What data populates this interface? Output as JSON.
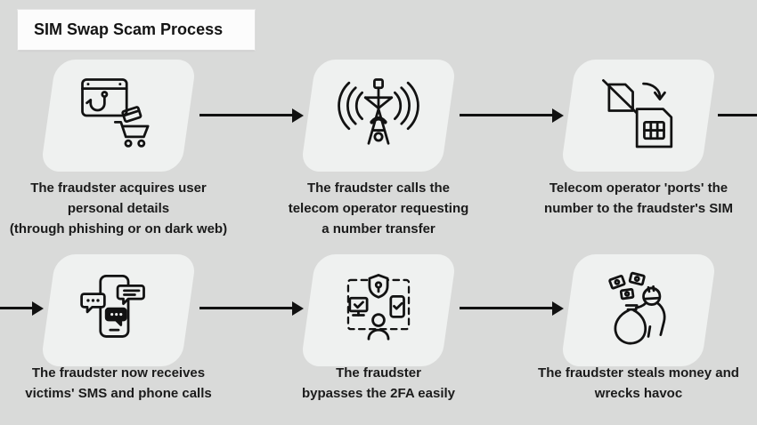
{
  "title": "SIM Swap Scam Process",
  "colors": {
    "background": "#d9dad9",
    "box_fill": "#eff1f0",
    "line_art": "#121212",
    "title_bg": "#fcfcfc",
    "text": "#1b1b1b"
  },
  "steps": [
    {
      "id": 1,
      "icon": "phishing-cart-icon",
      "caption": [
        "The fraudster acquires user",
        "personal details",
        "(through phishing or on dark web)"
      ]
    },
    {
      "id": 2,
      "icon": "cell-tower-call-icon",
      "caption": [
        "The fraudster calls the",
        "telecom operator requesting",
        "a number transfer"
      ]
    },
    {
      "id": 3,
      "icon": "sim-port-icon",
      "caption": [
        "Telecom operator 'ports' the",
        "number to the fraudster's SIM"
      ]
    },
    {
      "id": 4,
      "icon": "phone-sms-icon",
      "caption": [
        "The fraudster now receives",
        "victims' SMS and phone calls"
      ]
    },
    {
      "id": 5,
      "icon": "2fa-bypass-icon",
      "caption": [
        "The fraudster",
        "bypasses the 2FA easily"
      ]
    },
    {
      "id": 6,
      "icon": "thief-sack-icon",
      "caption": [
        "The fraudster steals money and",
        "wrecks havoc"
      ]
    }
  ]
}
